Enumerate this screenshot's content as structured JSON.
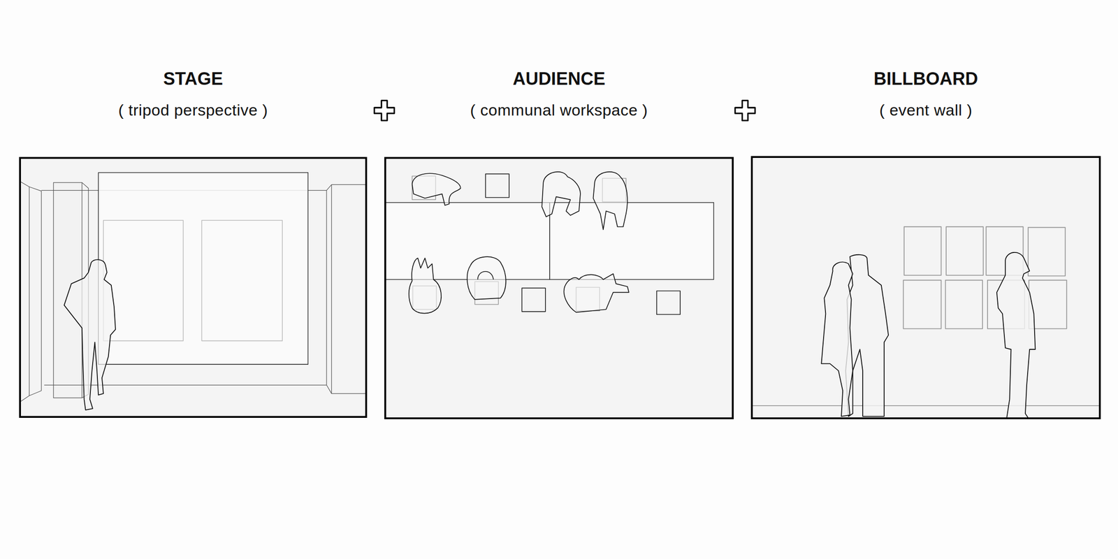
{
  "diagram": {
    "nodes": [
      {
        "text": [
          "STAGE",
          "( tripod perspective )"
        ]
      },
      {
        "text": [
          "AUDIENCE",
          "( communal workspace )"
        ]
      },
      {
        "text": [
          "BILLBOARD",
          "( event wall )"
        ]
      }
    ]
  }
}
